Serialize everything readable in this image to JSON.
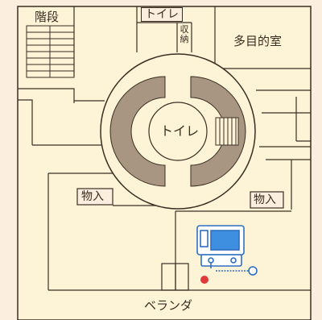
{
  "rooms": {
    "stairs": "階段",
    "toilet_top": "トイレ",
    "storage": "収納",
    "multipurpose_room": "多目的室",
    "toilet_center": "トイレ",
    "storage_left": "物入",
    "storage_right": "物入",
    "veranda": "ベランダ"
  },
  "colors": {
    "background": "#fbeede",
    "floor": "#fdf3d6",
    "lines": "#3a2e22",
    "core_wall": "#a89582",
    "device_stroke": "#2f6fc1",
    "device_screen": "#3f8fe0",
    "marker": "#e03b3b"
  },
  "icons": {
    "device": "phone-device-icon",
    "marker": "location-marker-icon"
  }
}
